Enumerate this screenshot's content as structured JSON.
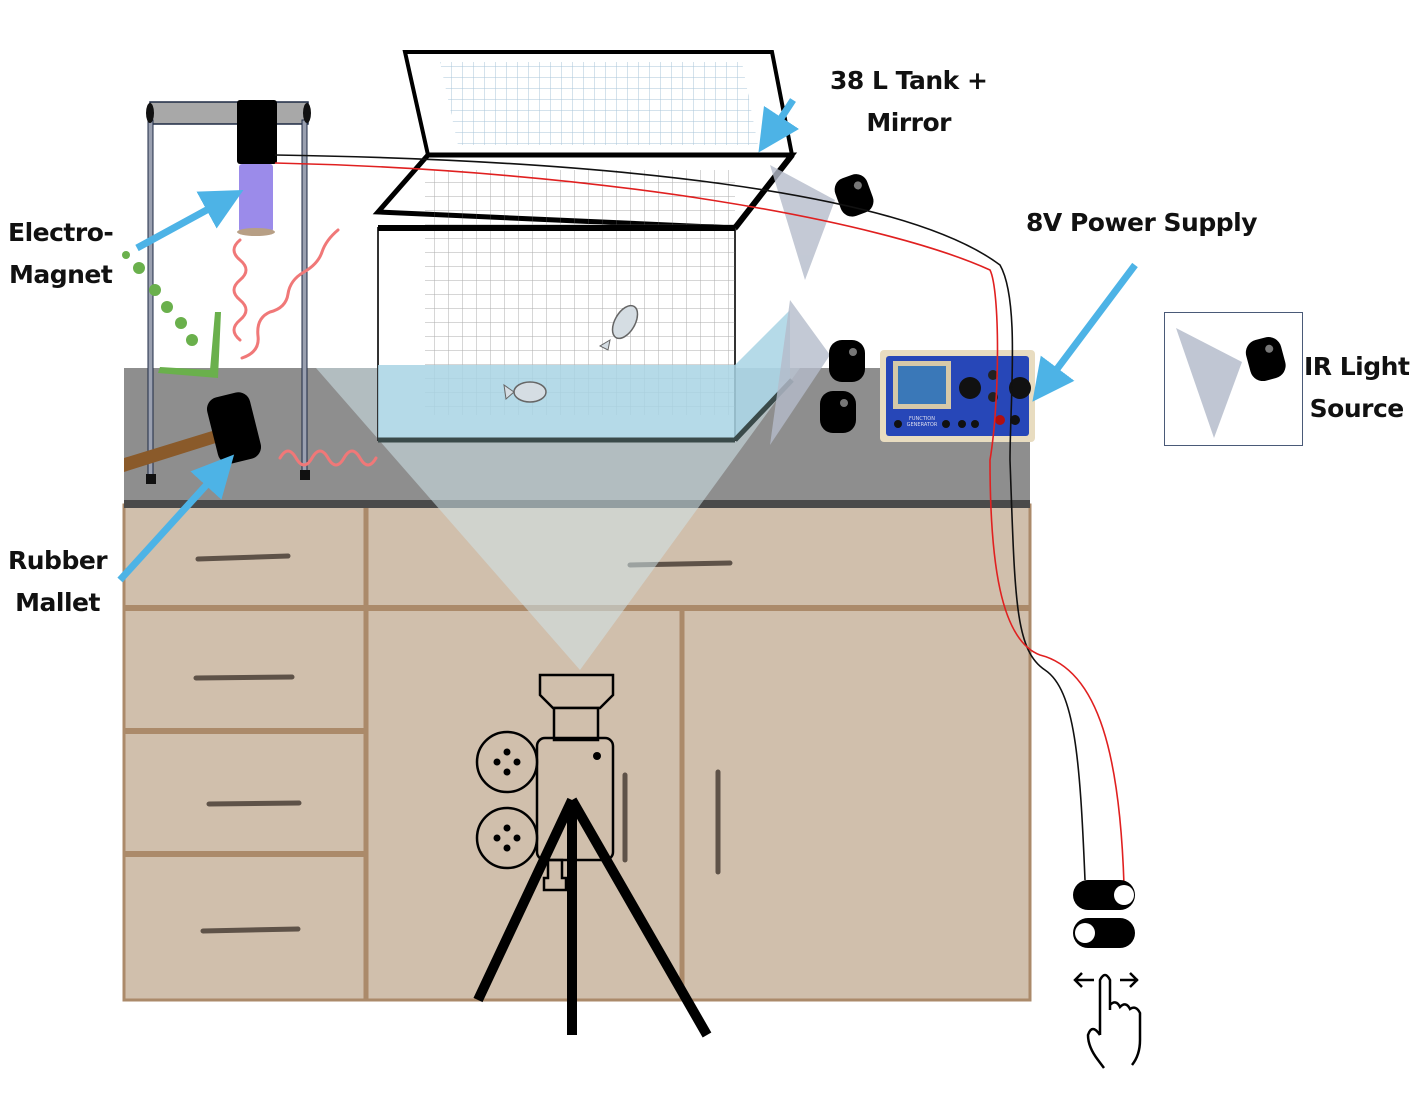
{
  "labels": {
    "electromagnet": [
      "Electro-",
      "Magnet"
    ],
    "rubber_mallet": [
      "Rubber",
      "Mallet"
    ],
    "tank": [
      "38 L Tank +",
      "Mirror"
    ],
    "power_supply": [
      "8V Power Supply"
    ],
    "ir_light": [
      "IR Light",
      "Source"
    ]
  },
  "power_supply_device": {
    "panel_text": [
      "FUNCTION",
      "GENERATOR"
    ]
  },
  "colors": {
    "arrow": "#4db3e6",
    "wire_positive": "#e02020",
    "wire_negative": "#111111",
    "cabinet": "#d0bfac",
    "cabinet_trim": "#ab8a6a",
    "countertop": "#8e8e8e",
    "electromagnet": "#9b8bea",
    "vibration": "#f07878",
    "dots": "#6ab04c",
    "water": "#a8d4e4",
    "mirror": "#b5bccb",
    "power_supply": "#2747b8"
  },
  "components": [
    "electromagnet-stand",
    "rubber-mallet",
    "fish-tank",
    "top-mirror",
    "ir-light-sources",
    "power-supply",
    "toggle-switch",
    "video-camera-tripod",
    "lab-cabinet"
  ]
}
